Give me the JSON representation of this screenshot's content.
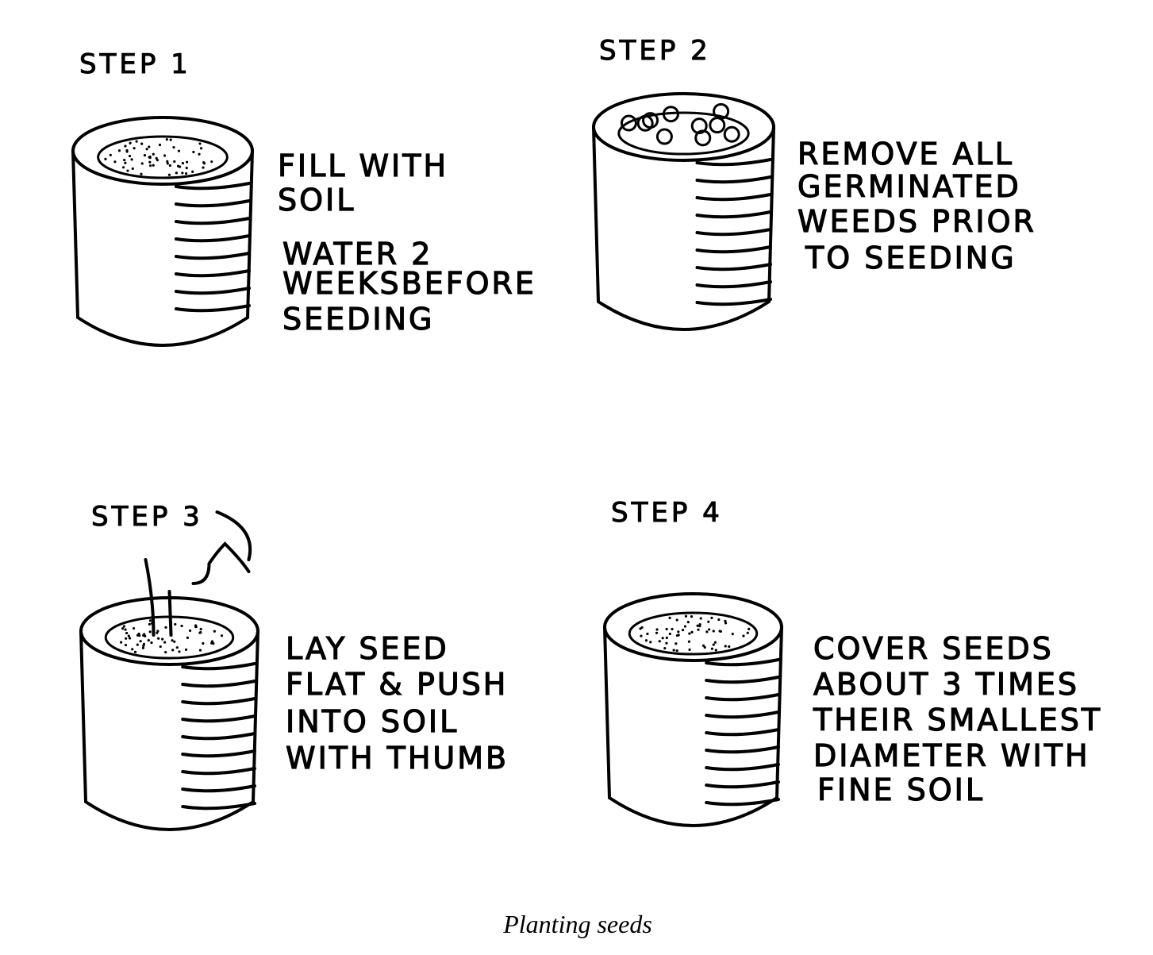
{
  "steps": [
    {
      "label": "STEP 1",
      "text": [
        "FILL WITH",
        "SOIL",
        "WATER 2",
        "WEEKSBEFORE",
        "SEEDING"
      ],
      "contents": "soil"
    },
    {
      "label": "STEP 2",
      "text": [
        "REMOVE ALL",
        "GERMINATED",
        "WEEDS PRIOR",
        "TO SEEDING"
      ],
      "contents": "weeds"
    },
    {
      "label": "STEP 3",
      "text": [
        "LAY SEED",
        "FLAT & PUSH",
        "INTO SOIL",
        "WITH THUMB"
      ],
      "contents": "seeds-thumb"
    },
    {
      "label": "STEP 4",
      "text": [
        "COVER SEEDS",
        "ABOUT 3 TIMES",
        "THEIR SMALLEST",
        "DIAMETER WITH",
        "FINE SOIL"
      ],
      "contents": "fine-soil"
    }
  ],
  "caption": "Planting seeds"
}
